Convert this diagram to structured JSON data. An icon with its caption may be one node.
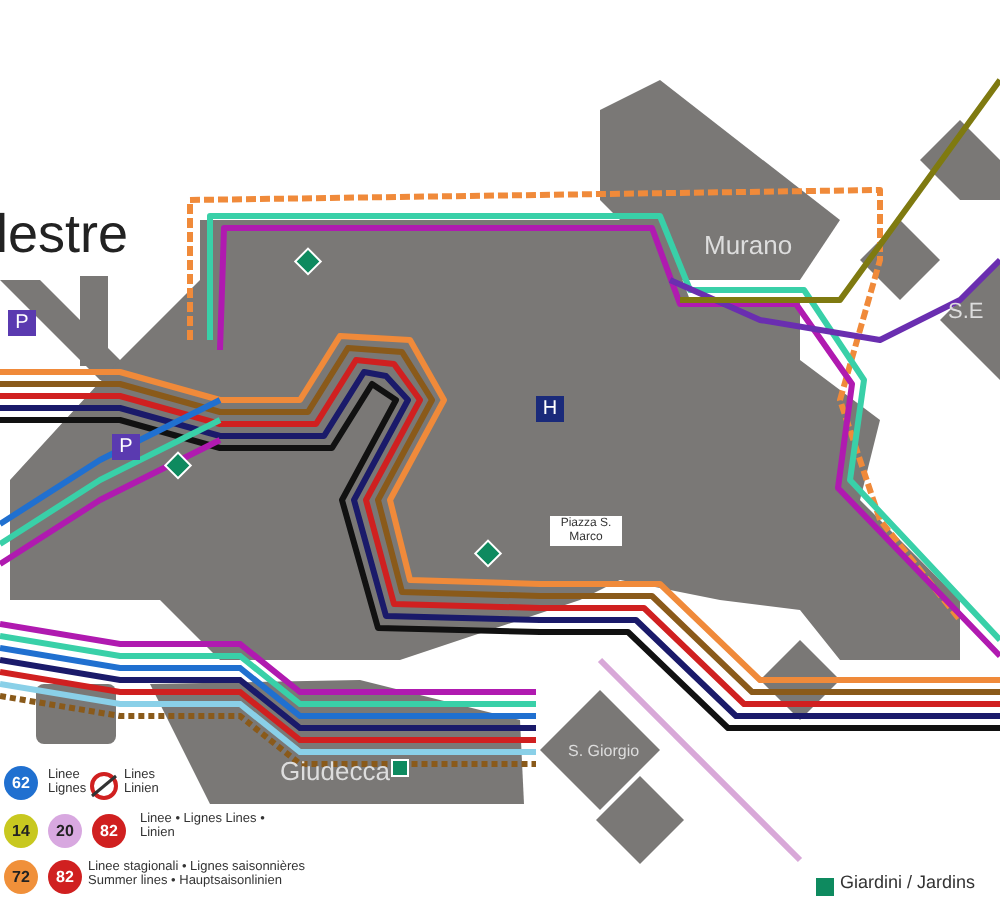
{
  "diagram": {
    "labels": [
      "lestre",
      "Murano",
      "P",
      "S.E",
      "H",
      "P",
      "Piazza S. Marco",
      "62",
      "Giudecca",
      "S. Giorgio",
      "14",
      "20",
      "82",
      "72",
      "82"
    ],
    "legend": [
      {
        "text": "Linee Lignes"
      },
      {
        "text": "Lines Linien"
      },
      {
        "text": "Linee • Lignes Lines • Linien"
      },
      {
        "text": "Linee stagionali • Lignes saisonnières Summer lines • Hauptsaisonlinien"
      },
      {
        "text": "Giardini / Jardins",
        "color": "#0e8a5f"
      }
    ]
  }
}
